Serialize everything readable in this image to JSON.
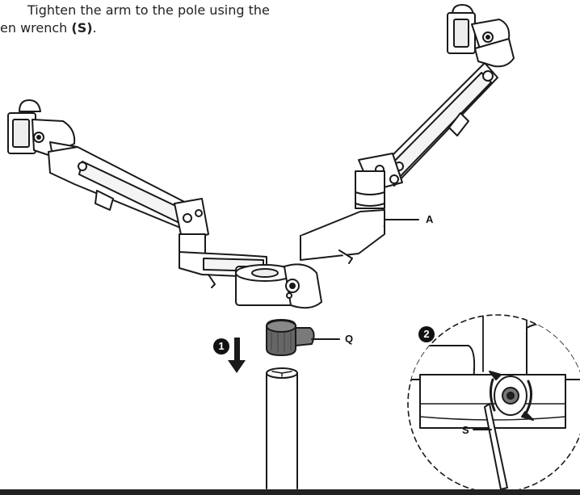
{
  "instruction": {
    "line1": "Tighten the arm to the pole using the",
    "line2_prefix": "en wrench ",
    "line2_bold": "(S)",
    "line2_suffix": "."
  },
  "callouts": {
    "arm": "A",
    "clamp": "Q",
    "wrench": "S"
  },
  "steps": {
    "first": "1",
    "second": "2"
  }
}
